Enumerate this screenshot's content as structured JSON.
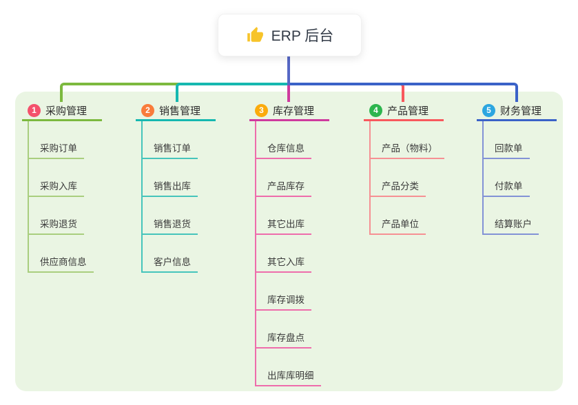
{
  "root": {
    "label": "ERP 后台",
    "icon": "thumbs-up-icon"
  },
  "panel": {
    "background": "#EAF5E3"
  },
  "connector_colors": {
    "stem": "#5667C5",
    "branch1": "#7CB93F",
    "branch2": "#16B8B0",
    "branch3": "#CF3A9E",
    "branch4": "#F8585D",
    "branch5": "#3A62C8"
  },
  "branches": [
    {
      "num": "1",
      "title": "采购管理",
      "badge_color": "#F4516C",
      "line_color": "#7CB93F",
      "child_line_color": "#A9CE7E",
      "children": [
        "采购订单",
        "采购入库",
        "采购退货",
        "供应商信息"
      ]
    },
    {
      "num": "2",
      "title": "销售管理",
      "badge_color": "#F97C3B",
      "line_color": "#16B8B0",
      "child_line_color": "#45C4BB",
      "children": [
        "销售订单",
        "销售出库",
        "销售退货",
        "客户信息"
      ]
    },
    {
      "num": "3",
      "title": "库存管理",
      "badge_color": "#FBAB0C",
      "line_color": "#CF3A9E",
      "child_line_color": "#EE6CAB",
      "children": [
        "仓库信息",
        "产品库存",
        "其它出库",
        "其它入库",
        "库存调拨",
        "库存盘点",
        "出库库明细"
      ]
    },
    {
      "num": "4",
      "title": "产品管理",
      "badge_color": "#2DB54E",
      "line_color": "#F8585D",
      "child_line_color": "#F69093",
      "children": [
        "产品（物料）",
        "产品分类",
        "产品单位"
      ]
    },
    {
      "num": "5",
      "title": "财务管理",
      "badge_color": "#2CA6E0",
      "line_color": "#3A62C8",
      "child_line_color": "#8292D6",
      "children": [
        "回款单",
        "付款单",
        "结算账户"
      ]
    }
  ]
}
